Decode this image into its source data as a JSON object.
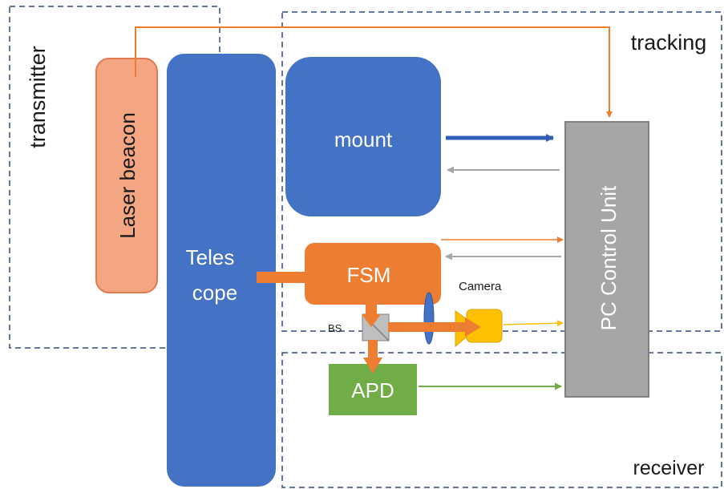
{
  "regions": {
    "transmitter": "transmitter",
    "tracking": "tracking",
    "receiver": "receiver"
  },
  "blocks": {
    "laser_beacon": "Laser beacon",
    "telescope_line1": "Teles",
    "telescope_line2": "cope",
    "mount": "mount",
    "fsm": "FSM",
    "apd": "APD",
    "camera": "Camera",
    "bs": "BS",
    "pc_control_unit": "PC Control Unit"
  },
  "colors": {
    "region_border": "#2e4a7a",
    "telescope_fill": "#4472c4",
    "mount_fill": "#4472c4",
    "laser_fill": "#f4a582",
    "laser_border": "#e07a50",
    "fsm_fill": "#ed7d31",
    "apd_fill": "#70ad47",
    "camera_fill": "#ffc000",
    "pc_fill": "#a6a6a6",
    "pc_border": "#808080",
    "lens_fill": "#4472c4",
    "bs_fill": "#bfbfbf",
    "arrow_orange": "#ed7d31",
    "arrow_blue": "#2f5fb3",
    "arrow_gray": "#a6a6a6",
    "arrow_green": "#70ad47",
    "arrow_yellow": "#ffc000"
  }
}
